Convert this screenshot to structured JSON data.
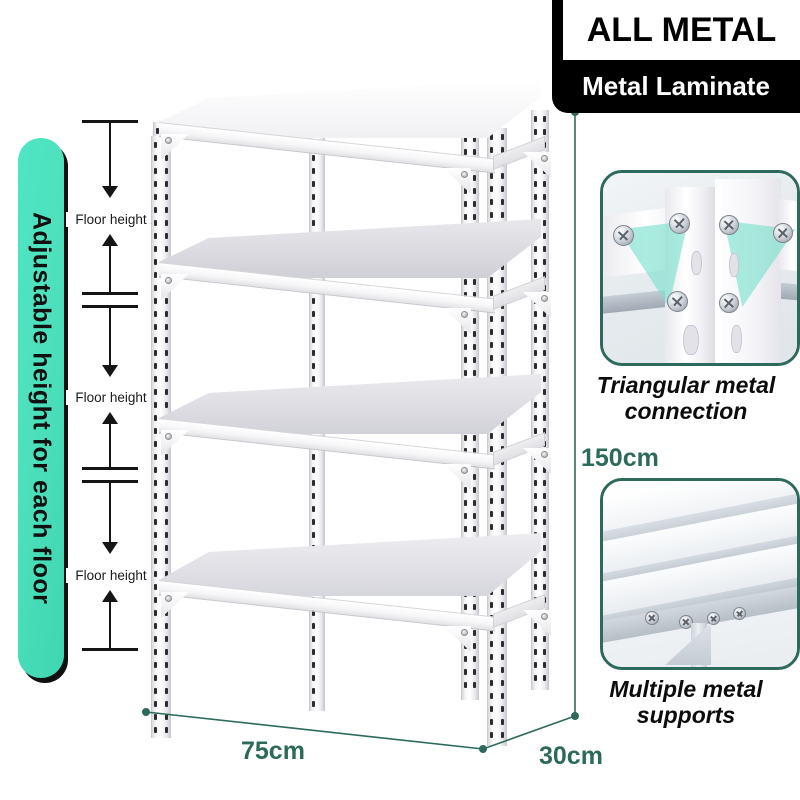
{
  "banner": {
    "line1": "ALL METAL",
    "line2": "Metal Laminate"
  },
  "left_callout": {
    "label": "Adjustable height for each floor",
    "color": "#4de0bd"
  },
  "measurements": {
    "floor_label_1": "Floor height",
    "floor_label_2": "Floor height",
    "floor_label_3": "Floor height"
  },
  "dimensions": {
    "width": "75cm",
    "depth": "30cm",
    "height": "150cm",
    "line_color": "#2d6a5c"
  },
  "features": [
    {
      "id": "triangular-connection",
      "caption_line1": "Triangular metal",
      "caption_line2": "connection",
      "image_alt": "corner-joint-photo"
    },
    {
      "id": "multiple-supports",
      "caption_line1": "Multiple metal",
      "caption_line2": "supports",
      "image_alt": "shelf-underside-photo"
    }
  ],
  "product": {
    "shelf_count": 4,
    "post_color": "#ffffff",
    "shelf_surface_color": "#e4e4e8"
  }
}
